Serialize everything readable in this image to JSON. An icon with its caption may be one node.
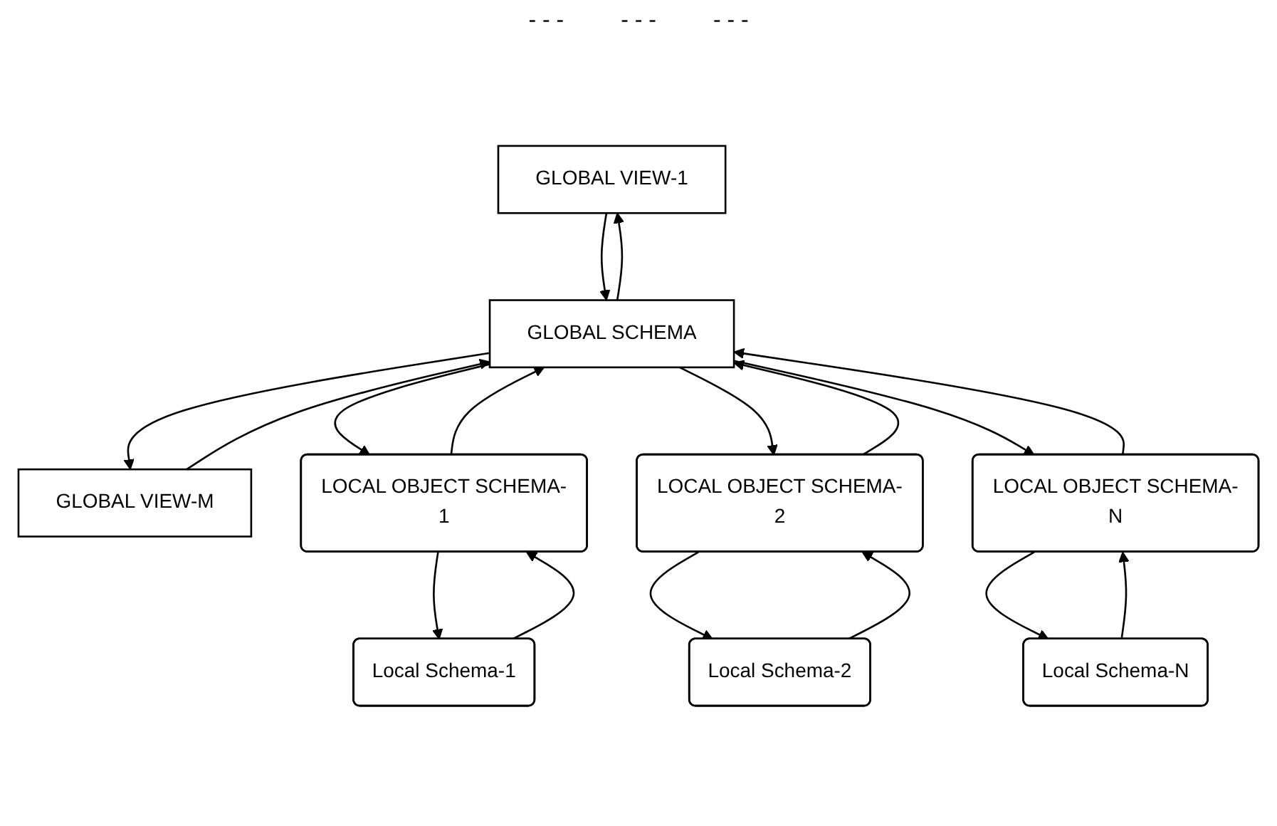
{
  "diagram": {
    "nodes": [
      {
        "text": [
          "GLOBAL VIEW-1"
        ]
      },
      {
        "text": [
          "GLOBAL VIEW-M"
        ]
      },
      {
        "text": [
          "GLOBAL SCHEMA"
        ]
      },
      {
        "text": [
          "LOCAL OBJECT SCHEMA-1"
        ]
      },
      {
        "text": [
          "LOCAL OBJECT SCHEMA-2"
        ]
      },
      {
        "text": [
          "LOCAL OBJECT SCHEMA-N"
        ]
      },
      {
        "text": [
          "Local Schema-1"
        ]
      },
      {
        "text": [
          "Local Schema-2"
        ]
      },
      {
        "text": [
          "Local Schema-N"
        ]
      }
    ],
    "edges": [
      {
        "from": 0,
        "to": 2,
        "arrow": "to"
      },
      {
        "from": 2,
        "to": 0,
        "arrow": "to"
      },
      {
        "from": 2,
        "to": 1,
        "arrow": "to"
      },
      {
        "from": 1,
        "to": 2,
        "arrow": "to"
      },
      {
        "from": 2,
        "to": 3,
        "arrow": "to"
      },
      {
        "from": 3,
        "to": 2,
        "arrow": "to"
      },
      {
        "from": 2,
        "to": 4,
        "arrow": "to"
      },
      {
        "from": 4,
        "to": 2,
        "arrow": "to"
      },
      {
        "from": 2,
        "to": 5,
        "arrow": "to"
      },
      {
        "from": 5,
        "to": 2,
        "arrow": "to"
      },
      {
        "from": 3,
        "to": 6,
        "arrow": "to"
      },
      {
        "from": 6,
        "to": 3,
        "arrow": "to"
      },
      {
        "from": 4,
        "to": 7,
        "arrow": "to"
      },
      {
        "from": 7,
        "to": 4,
        "arrow": "to"
      },
      {
        "from": 5,
        "to": 8,
        "arrow": "to"
      },
      {
        "from": 8,
        "to": 5,
        "arrow": "to"
      }
    ],
    "labels": [
      "- - -",
      "- - -",
      "- - -"
    ]
  }
}
